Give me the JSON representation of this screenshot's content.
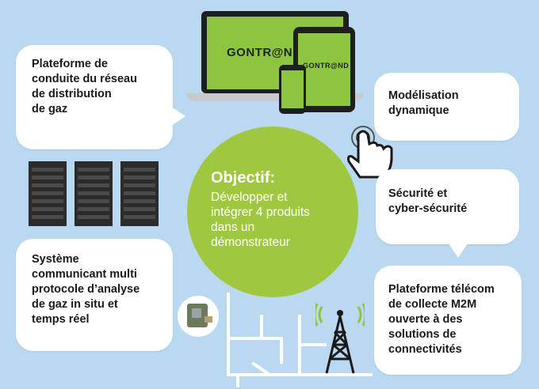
{
  "colors": {
    "background": "#b9d9f1",
    "accent_green": "#9fc840",
    "screen_green": "#8cc63e"
  },
  "bubbles": {
    "gas_network": "Plateforme de\nconduite du réseau\nde distribution\nde gaz",
    "analysis_system": "Système\ncommunicant multi\nprotocole d’analyse\nde gaz in situ et\ntemps réel",
    "modeling": "Modélisation\ndynamique",
    "security": "Sécurité et\ncyber-sécurité",
    "telecom": "Plateforme télécom\nde collecte M2M\nouverte à des\nsolutions de\nconnectivités"
  },
  "objective": {
    "title": "Objectif:",
    "text": "Développer et\nintégrer 4 produits\ndans un\ndémonstrateur"
  },
  "brand": {
    "laptop_logo": "GONTR@ND",
    "tablet_logo": "GONTR@ND"
  },
  "icons": [
    "laptop-icon",
    "tablet-icon",
    "smartphone-icon",
    "server-rack-icon",
    "touch-hand-icon",
    "antenna-tower-icon",
    "gas-sensor-device-image",
    "pipeline-icon"
  ]
}
